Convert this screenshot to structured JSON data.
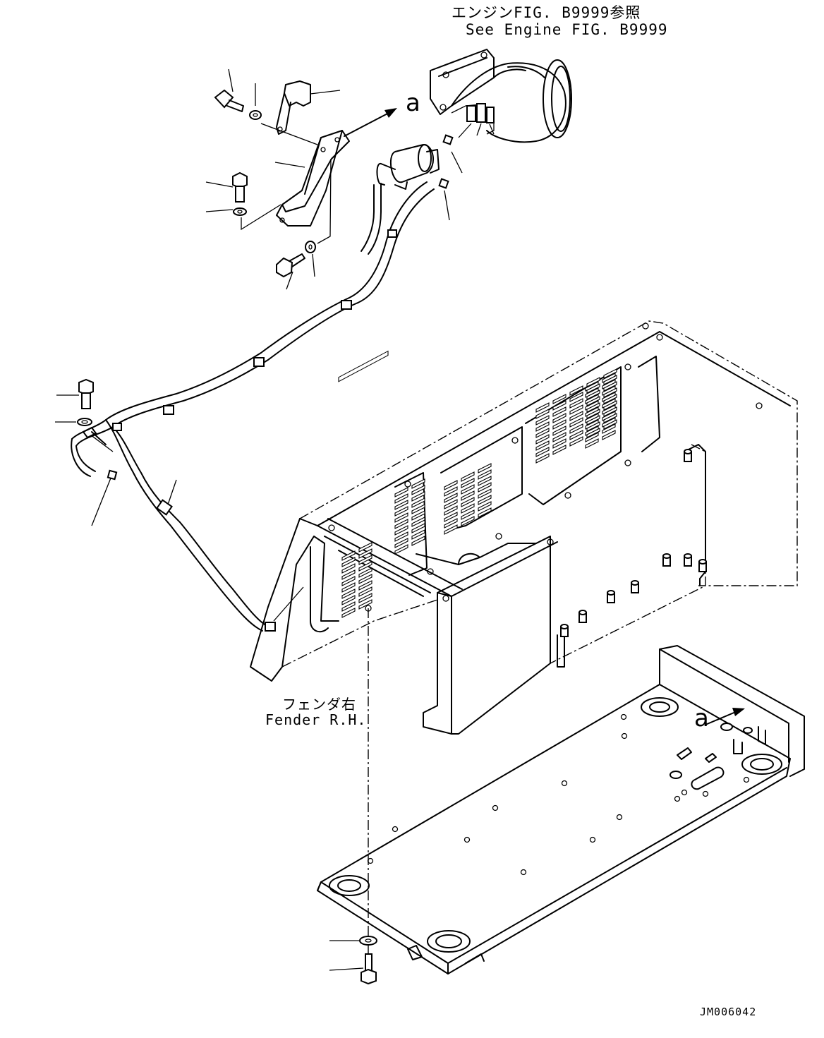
{
  "labels": {
    "engine_ref_jp": "エンジンFIG. B9999参照",
    "engine_ref_en": "See Engine FIG. B9999",
    "fender_jp": "フェンダ右",
    "fender_en": "Fender R.H.",
    "view_mark_top": "a",
    "view_mark_bottom": "a",
    "drawing_code": "JM006042"
  },
  "parts": [
    {
      "name": "engine-elbow-housing"
    },
    {
      "name": "sensor-canister"
    },
    {
      "name": "mounting-bracket"
    },
    {
      "name": "protective-cover"
    },
    {
      "name": "harness-hose"
    },
    {
      "name": "fender-frame-rh"
    },
    {
      "name": "floor-plate"
    },
    {
      "name": "bolt"
    },
    {
      "name": "washer"
    },
    {
      "name": "clip"
    }
  ]
}
